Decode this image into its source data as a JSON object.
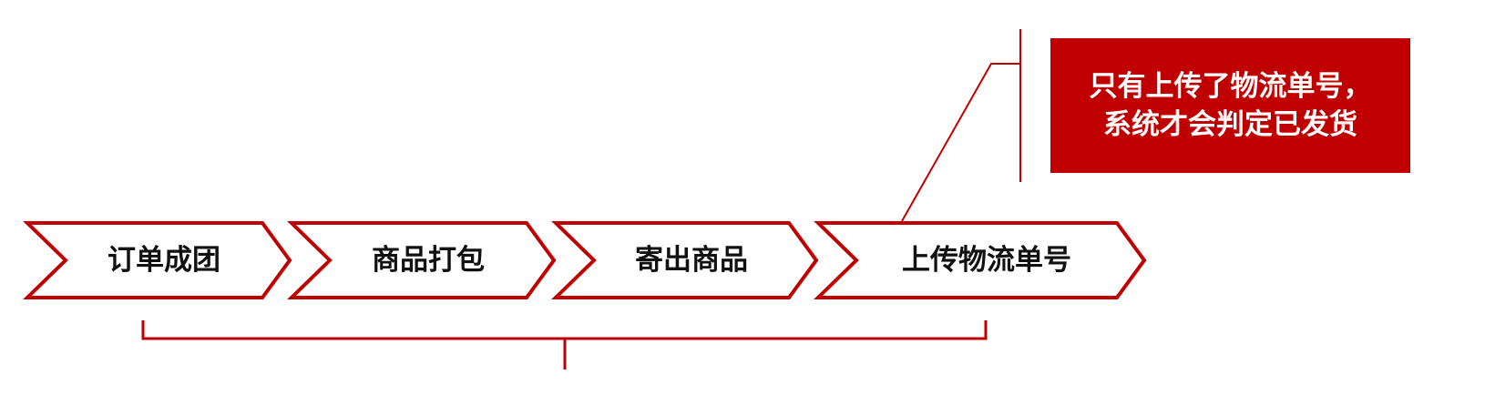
{
  "steps": [
    {
      "label": "订单成团"
    },
    {
      "label": "商品打包"
    },
    {
      "label": "寄出商品"
    },
    {
      "label": "上传物流单号"
    }
  ],
  "note": {
    "line1": "只有上传了物流单号，",
    "line2": "系统才会判定已发货"
  },
  "colors": {
    "accent": "#c00000",
    "text": "#111111"
  }
}
